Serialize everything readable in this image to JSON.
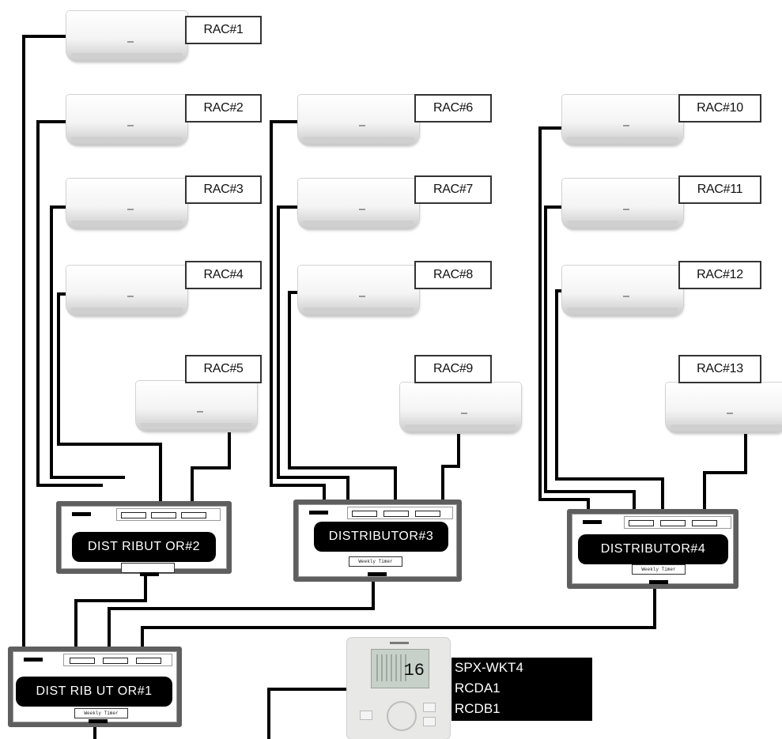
{
  "units": [
    "RAC#1",
    "RAC#2",
    "RAC#3",
    "RAC#4",
    "RAC#5",
    "RAC#6",
    "RAC#7",
    "RAC#8",
    "RAC#9",
    "RAC#10",
    "RAC#11",
    "RAC#12",
    "RAC#13"
  ],
  "distributors": {
    "d1": {
      "label": "DIST RIB UT OR#1",
      "timer": "Weekly Timer"
    },
    "d2": {
      "label": "DIST RIBUT OR#2",
      "timer": ""
    },
    "d3": {
      "label": "DISTRIBUTOR#3",
      "timer": "Weekly Timer"
    },
    "d4": {
      "label": "DISTRIBUTOR#4",
      "timer": "Weekly Timer"
    }
  },
  "controller": {
    "display_value": "16",
    "models": [
      "SPX-WKT4",
      "RCDA1",
      "RCDB1"
    ]
  },
  "colors": {
    "wire": "#000000",
    "label_bg": "#000000",
    "label_text": "#ffffff",
    "frame": "#5f5f5f"
  }
}
